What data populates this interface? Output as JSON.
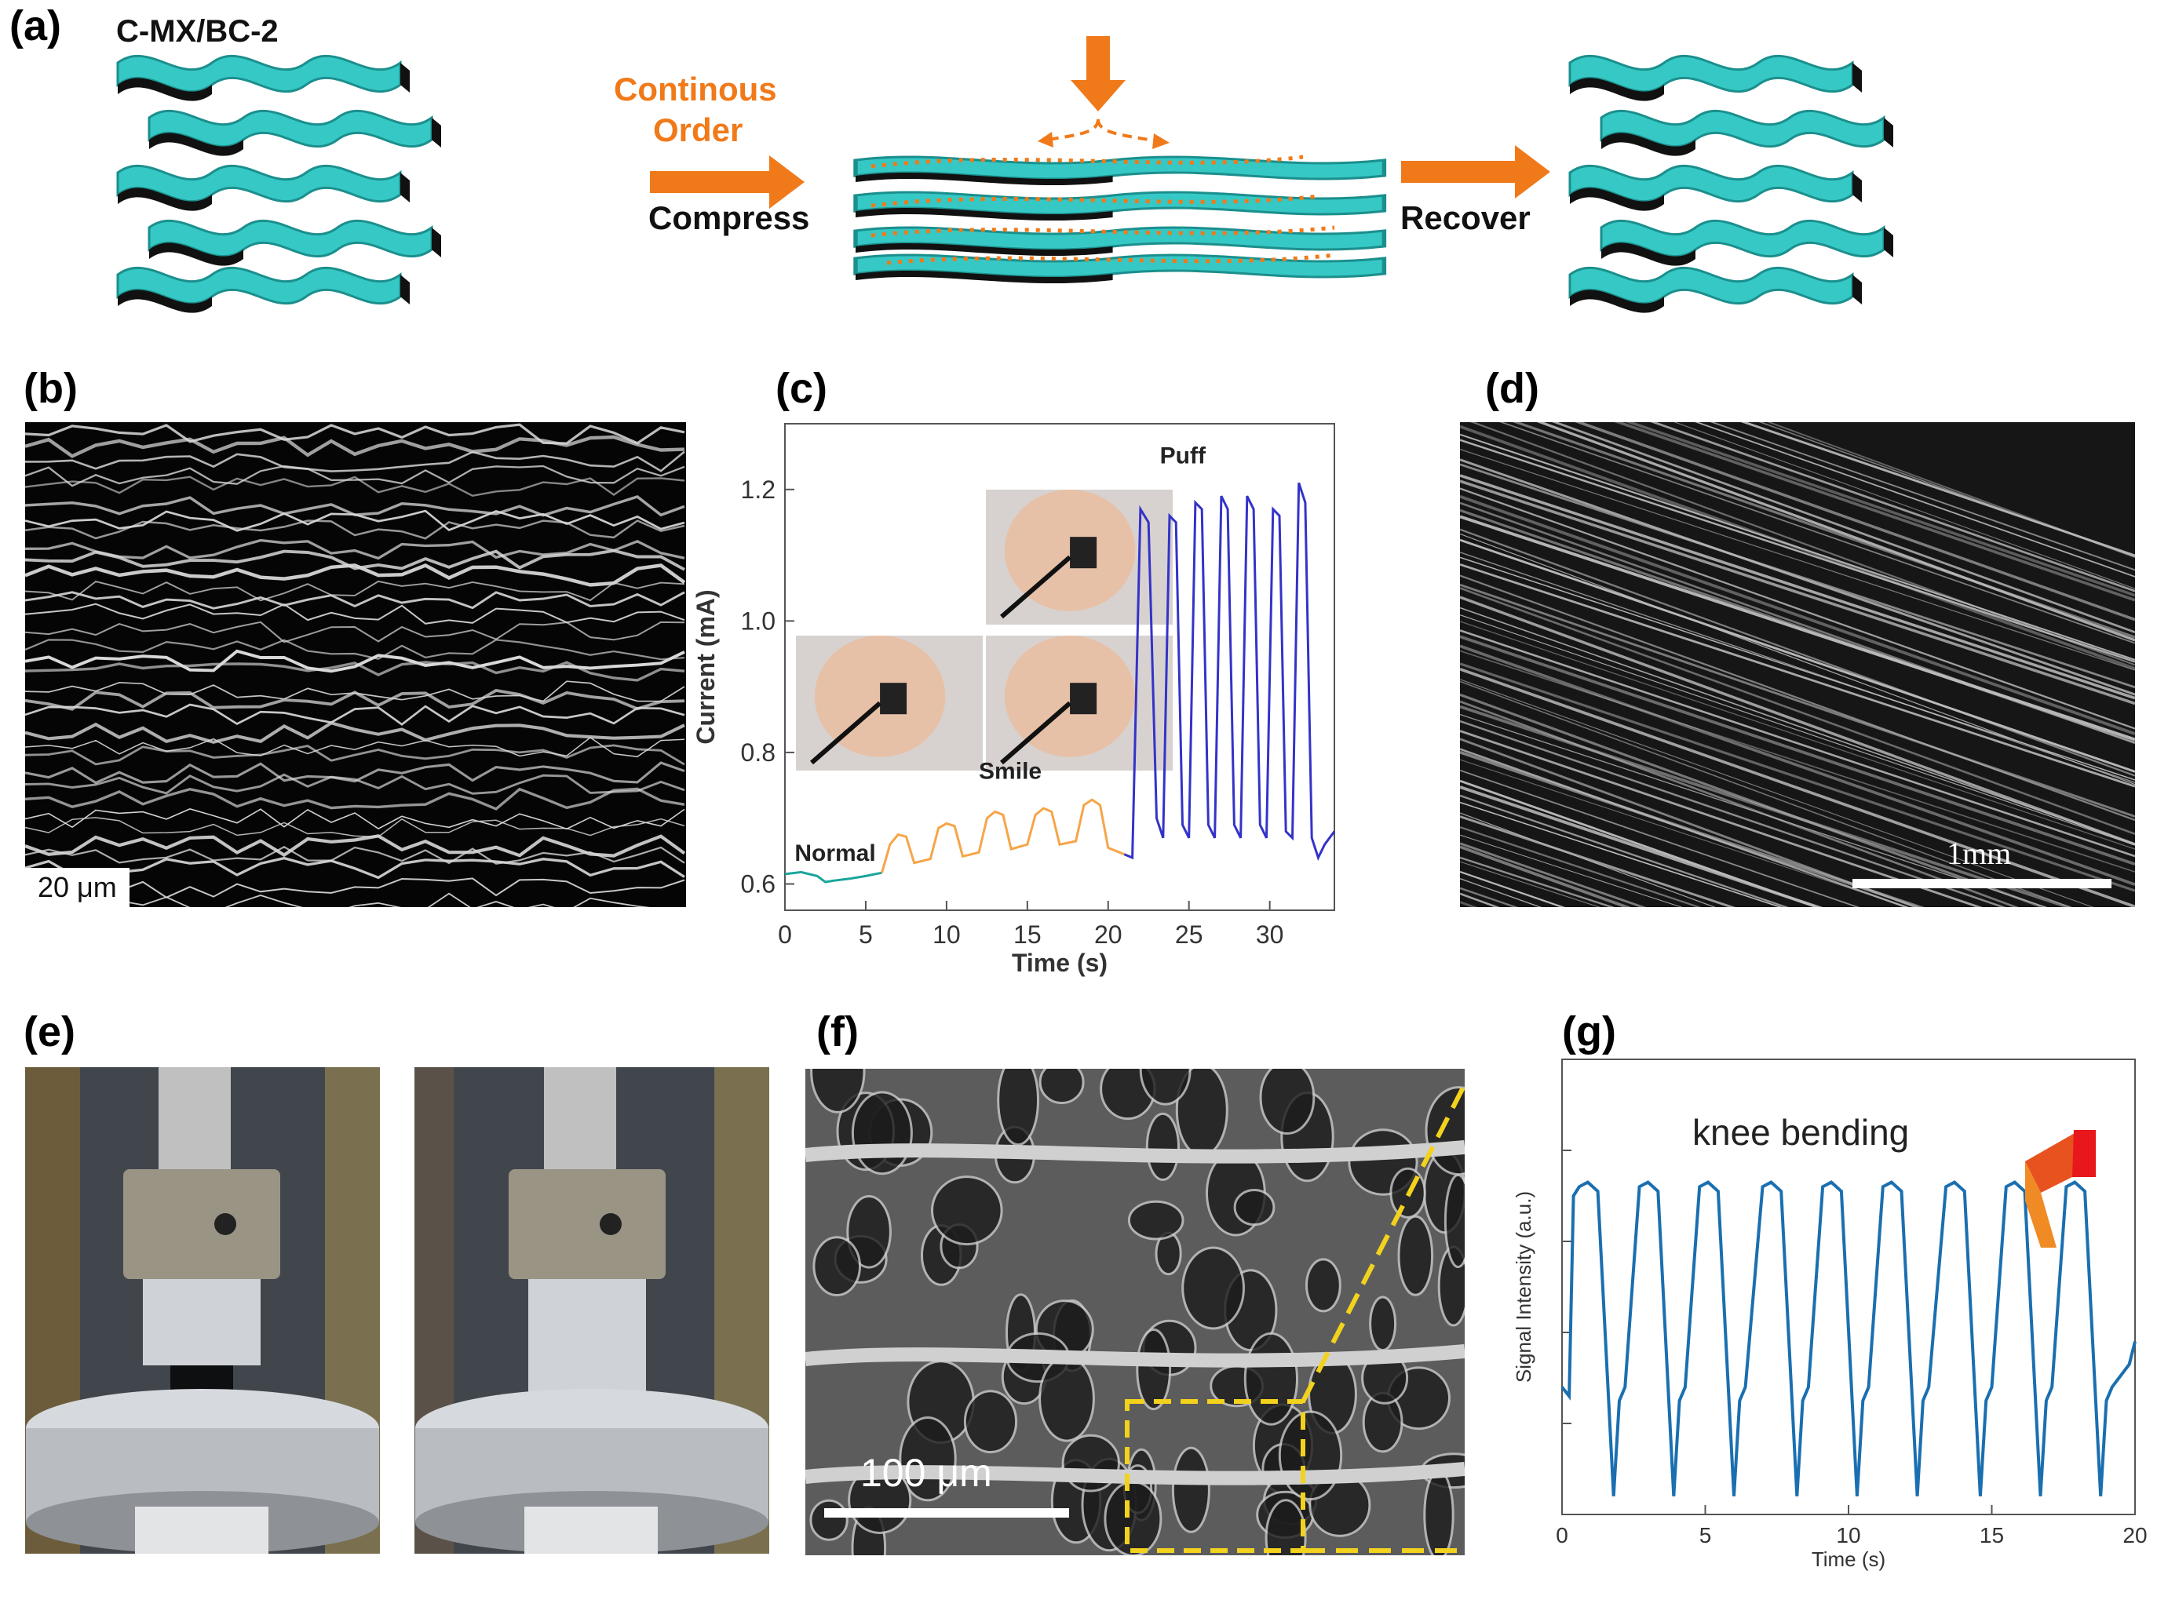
{
  "panels": {
    "a": {
      "label": "(a)",
      "sample": "C-MX/BC-2",
      "note_line1": "Continous",
      "note_line2": "Order",
      "arrow1": "Compress",
      "arrow2": "Recover"
    },
    "b": {
      "label": "(b)",
      "scale": "20 μm"
    },
    "c": {
      "label": "(c)"
    },
    "d": {
      "label": "(d)",
      "scale": "1mm"
    },
    "e": {
      "label": "(e)"
    },
    "f": {
      "label": "(f)",
      "scale": "100 μm"
    },
    "g": {
      "label": "(g)",
      "annotation": "knee bending"
    }
  },
  "colors": {
    "layer": "#36c8c4",
    "arrow": "#f07a1a",
    "normal": "#1aa59a",
    "smile": "#f6a548",
    "puff": "#3433c8",
    "knee": "#1a6fb0",
    "zoom_box": "#f2d21d"
  },
  "chart_data": [
    {
      "type": "line",
      "panel": "c",
      "xlabel": "Time (s)",
      "ylabel": "Current (mA)",
      "xlim": [
        0,
        34
      ],
      "ylim": [
        0.56,
        1.3
      ],
      "xticks": [
        "0",
        "5",
        "10",
        "15",
        "20",
        "25",
        "30"
      ],
      "yticks": [
        "0.6",
        "0.8",
        "1.0",
        "1.2"
      ],
      "series": [
        {
          "name": "Normal",
          "color": "#1aa59a",
          "x": [
            0,
            1,
            2,
            2.5,
            3,
            4,
            5,
            6
          ],
          "y": [
            0.615,
            0.618,
            0.612,
            0.603,
            0.605,
            0.608,
            0.612,
            0.617
          ]
        },
        {
          "name": "Smile",
          "color": "#f6a548",
          "x": [
            6,
            6.5,
            7,
            7.5,
            8,
            9,
            9.5,
            10,
            10.5,
            11,
            12,
            12.5,
            13,
            13.5,
            14,
            15,
            15.5,
            16,
            16.5,
            17,
            18,
            18.5,
            19,
            19.5,
            20,
            21
          ],
          "y": [
            0.617,
            0.66,
            0.675,
            0.672,
            0.632,
            0.638,
            0.685,
            0.692,
            0.688,
            0.642,
            0.648,
            0.7,
            0.71,
            0.705,
            0.653,
            0.66,
            0.705,
            0.715,
            0.71,
            0.66,
            0.665,
            0.72,
            0.728,
            0.72,
            0.655,
            0.645
          ]
        },
        {
          "name": "Puff",
          "color": "#3433c8",
          "x": [
            21,
            21.5,
            22,
            22.5,
            23,
            23.4,
            23.8,
            24.2,
            24.6,
            25,
            25.4,
            25.8,
            26.2,
            26.6,
            27,
            27.4,
            27.8,
            28.2,
            28.6,
            29,
            29.4,
            29.8,
            30.2,
            30.6,
            31,
            31.4,
            31.8,
            32.2,
            32.6,
            33,
            33.4,
            34
          ],
          "y": [
            0.645,
            0.64,
            1.17,
            1.15,
            0.7,
            0.67,
            1.16,
            1.15,
            0.69,
            0.67,
            1.18,
            1.17,
            0.69,
            0.67,
            1.19,
            1.17,
            0.69,
            0.67,
            1.19,
            1.17,
            0.69,
            0.67,
            1.17,
            1.16,
            0.68,
            0.67,
            1.21,
            1.18,
            0.67,
            0.64,
            0.66,
            0.68
          ]
        }
      ],
      "annotations": [
        "Normal",
        "Smile",
        "Puff"
      ]
    },
    {
      "type": "line",
      "panel": "g",
      "xlabel": "Time (s)",
      "ylabel": "Signal Intensity (a.u.)",
      "xlim": [
        0,
        20
      ],
      "ylim": [
        0,
        1
      ],
      "xticks": [
        "0",
        "5",
        "10",
        "15",
        "20"
      ],
      "peaks_time_s": [
        0.9,
        3.0,
        5.1,
        7.3,
        9.4,
        11.5,
        13.7,
        15.8,
        17.9
      ],
      "peak_level": 0.73,
      "baseline_level": 0.28,
      "trough_level": 0.04,
      "period_s": 2.12
    }
  ]
}
